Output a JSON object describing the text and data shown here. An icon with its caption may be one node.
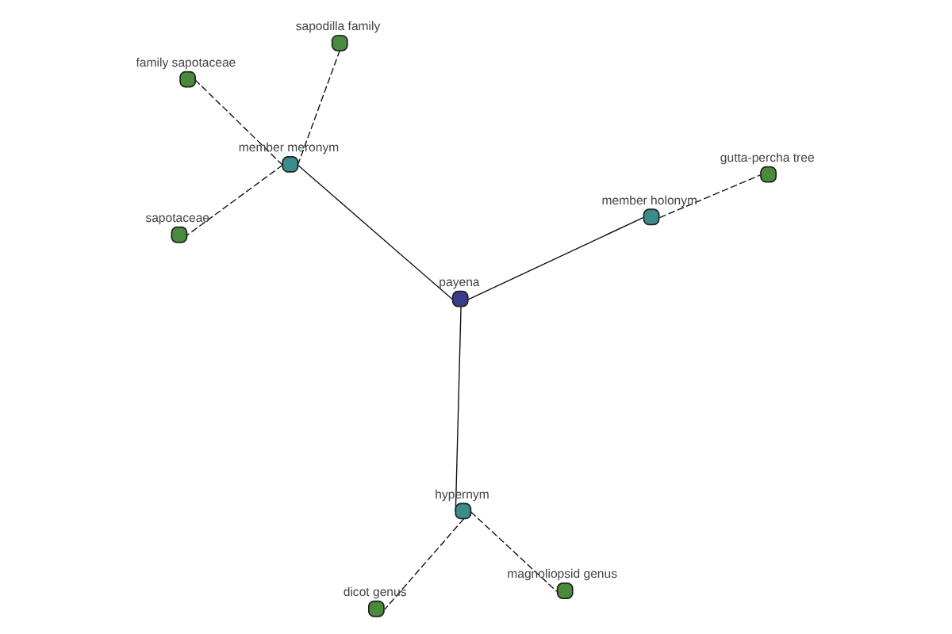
{
  "diagram": {
    "nodes": [
      {
        "text": [
          "family sapotaceae"
        ]
      },
      {
        "text": [
          "sapodilla family"
        ]
      },
      {
        "text": [
          "sapotaceae"
        ]
      },
      {
        "text": [
          "member meronym"
        ]
      },
      {
        "text": [
          "payena"
        ]
      },
      {
        "text": [
          "member holonym"
        ]
      },
      {
        "text": [
          "hypernym"
        ]
      },
      {
        "text": [
          "gutta-percha tree"
        ]
      },
      {
        "text": [
          "magnoliopsid genus"
        ]
      },
      {
        "text": [
          "dicot genus"
        ]
      }
    ],
    "edges": [
      {
        "from": 4,
        "to": 3,
        "arrow": "none"
      },
      {
        "from": 3,
        "to": 0,
        "arrow": "none",
        "style": "dashed"
      },
      {
        "from": 3,
        "to": 1,
        "arrow": "none",
        "style": "dashed"
      },
      {
        "from": 3,
        "to": 2,
        "arrow": "none",
        "style": "dashed"
      },
      {
        "from": 4,
        "to": 5,
        "arrow": "none"
      },
      {
        "from": 5,
        "to": 7,
        "arrow": "none",
        "style": "dashed"
      },
      {
        "from": 4,
        "to": 6,
        "arrow": "none"
      },
      {
        "from": 6,
        "to": 8,
        "arrow": "none",
        "style": "dashed"
      },
      {
        "from": 6,
        "to": 9,
        "arrow": "none",
        "style": "dashed"
      }
    ]
  }
}
